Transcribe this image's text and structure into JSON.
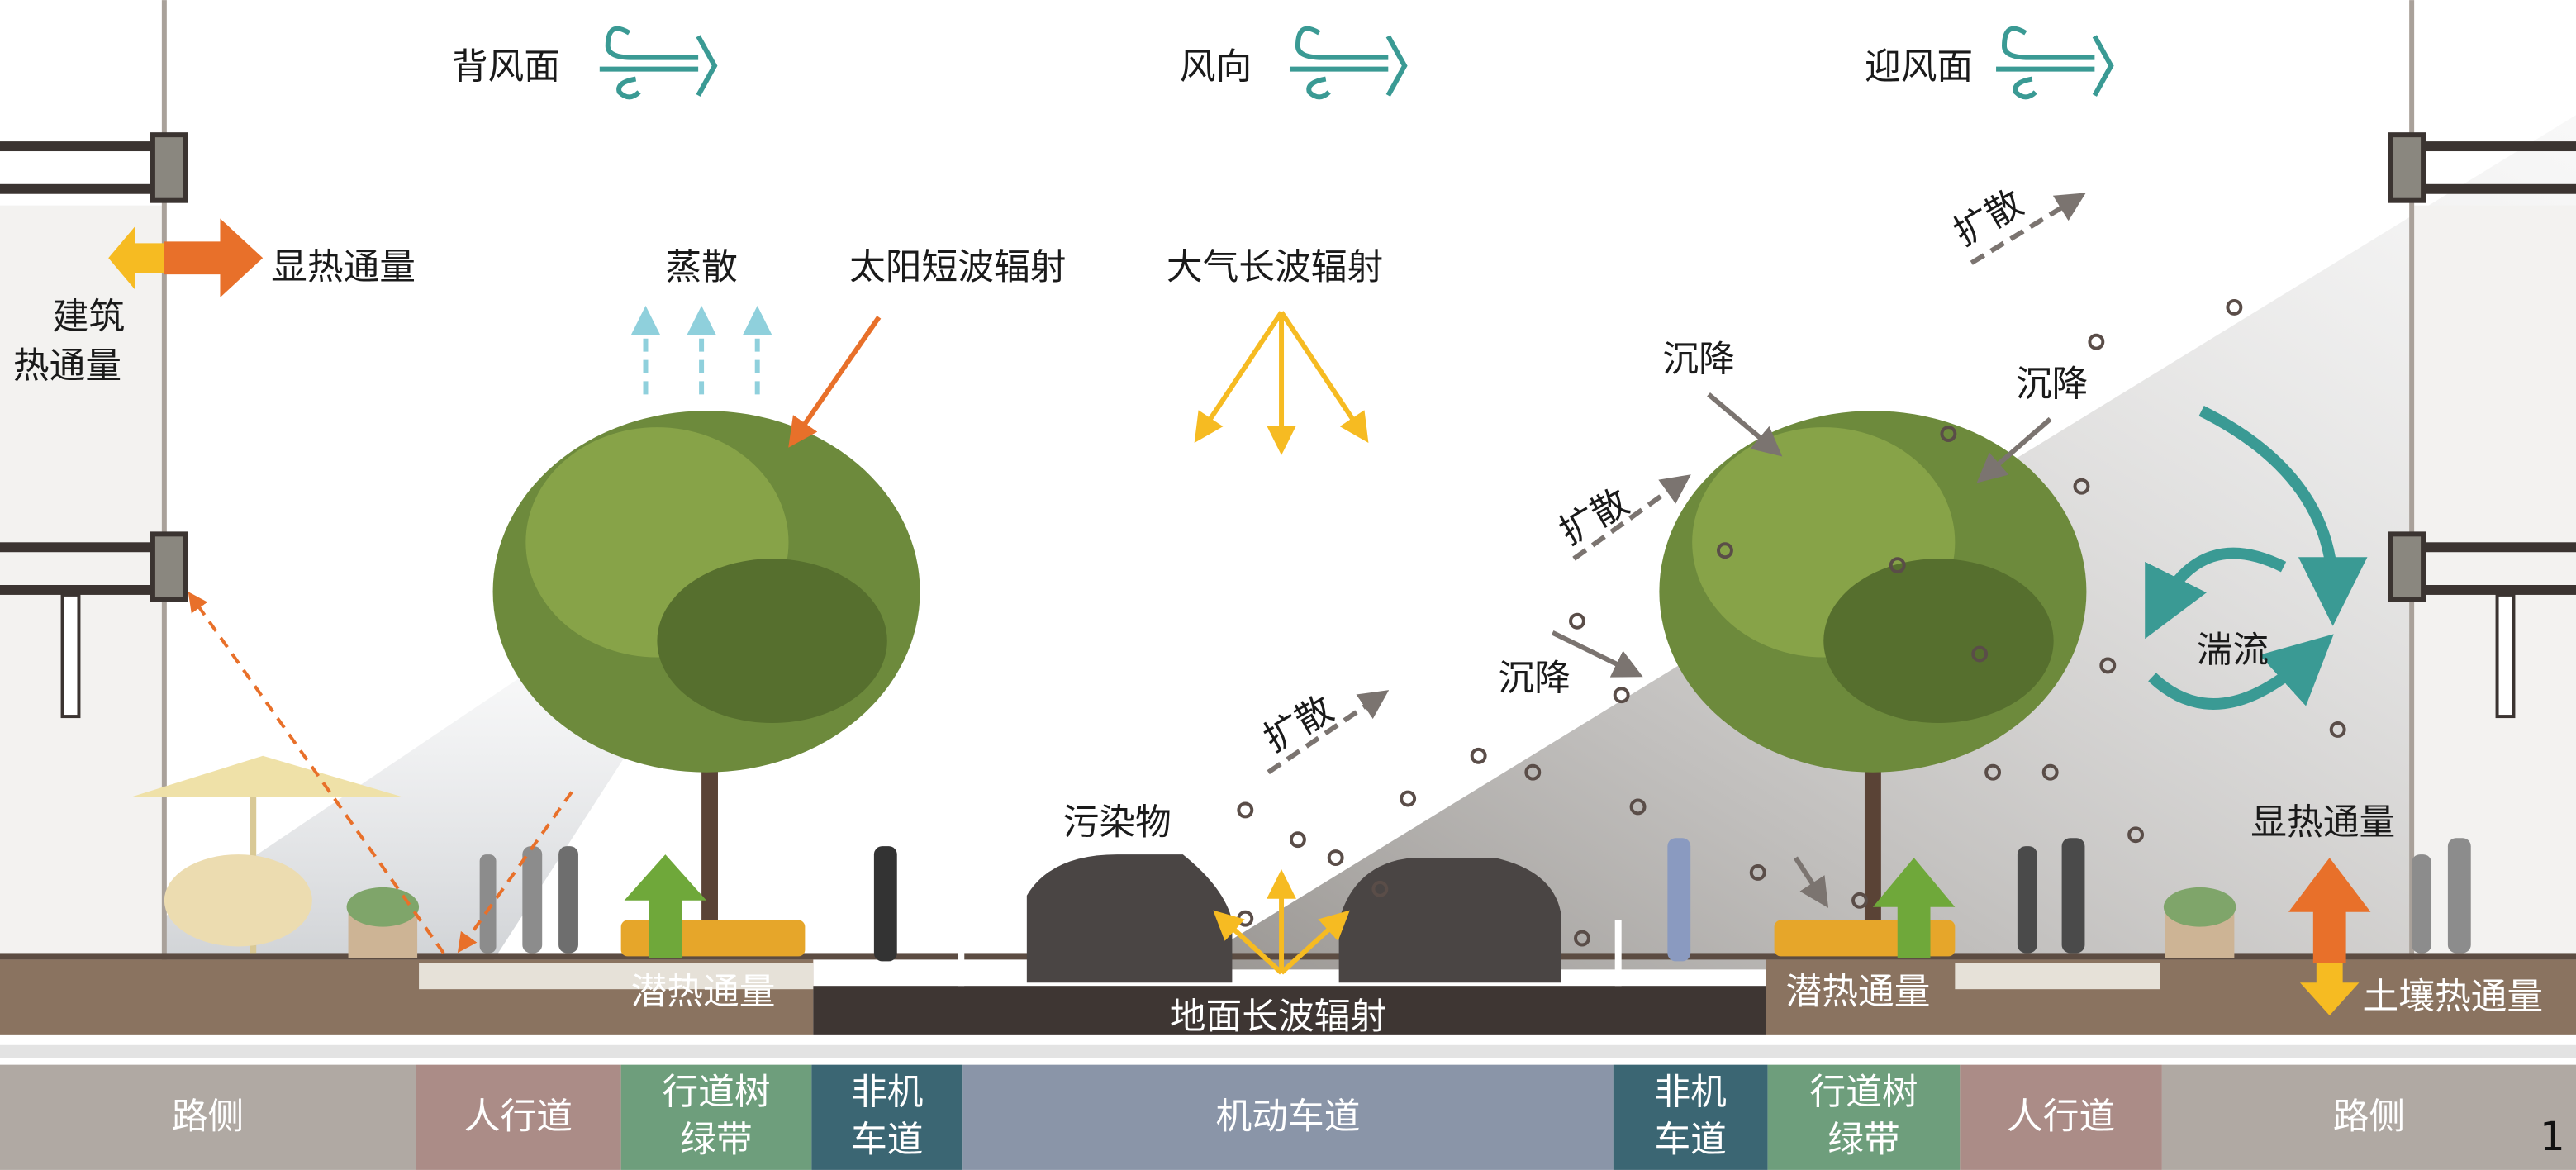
{
  "top": {
    "leeward": "背风面",
    "wind_direction": "风向",
    "windward": "迎风面"
  },
  "labels": {
    "sensible_heat_left": "显热通量",
    "building_heat_1": "建筑",
    "building_heat_2": "热通量",
    "evapotranspiration": "蒸散",
    "solar_shortwave": "太阳短波辐射",
    "atmos_longwave": "大气长波辐射",
    "diffusion": "扩散",
    "deposition": "沉降",
    "turbulence": "湍流",
    "pollutant": "污染物",
    "sensible_heat_right": "显热通量",
    "latent_heat": "潜热通量",
    "ground_longwave": "地面长波辐射",
    "soil_heat": "土壤热通量"
  },
  "zones": [
    {
      "label": [
        "路侧"
      ],
      "color": "#b0a9a3"
    },
    {
      "label": [
        "人行道"
      ],
      "color": "#ab8c87"
    },
    {
      "label": [
        "行道树",
        "绿带"
      ],
      "color": "#6e9e7c"
    },
    {
      "label": [
        "非机",
        "车道"
      ],
      "color": "#3b6673"
    },
    {
      "label": [
        "机动车道"
      ],
      "color": "#8a95a8"
    },
    {
      "label": [
        "非机",
        "车道"
      ],
      "color": "#3b6673"
    },
    {
      "label": [
        "行道树",
        "绿带"
      ],
      "color": "#6e9e7c"
    },
    {
      "label": [
        "人行道"
      ],
      "color": "#ab8c87"
    },
    {
      "label": [
        "路侧"
      ],
      "color": "#b0a9a3"
    }
  ],
  "figure_number": "1",
  "colors": {
    "wind": "#3a9a94",
    "orange": "#e8702a",
    "yellow": "#f6bb22",
    "green_arrow": "#6fa83a",
    "cyan": "#8fd0dc",
    "soil": "#8a7360"
  }
}
